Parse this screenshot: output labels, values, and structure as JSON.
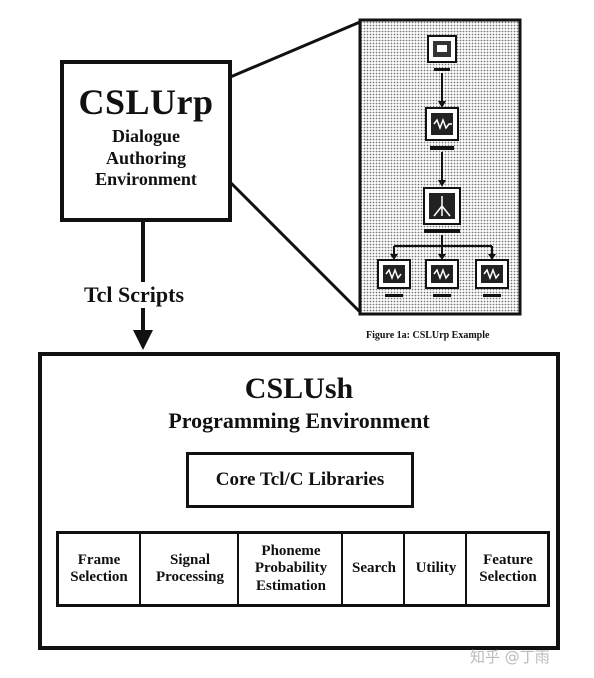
{
  "csslurp": {
    "title": "CSLUrp",
    "line1": "Dialogue",
    "line2": "Authoring",
    "line3": "Environment"
  },
  "connector_label": "Tcl Scripts",
  "figure_caption": "Figure 1a:  CSLUrp Example",
  "csslush": {
    "title": "CSLUsh",
    "subtitle": "Programming Environment",
    "core": "Core Tcl/C Libraries",
    "libraries": [
      "Frame Selection",
      "Signal Processing",
      "Phoneme Probability Estimation",
      "Search",
      "Utility",
      "Feature Selection"
    ]
  },
  "watermark": "知乎 @丁雨"
}
